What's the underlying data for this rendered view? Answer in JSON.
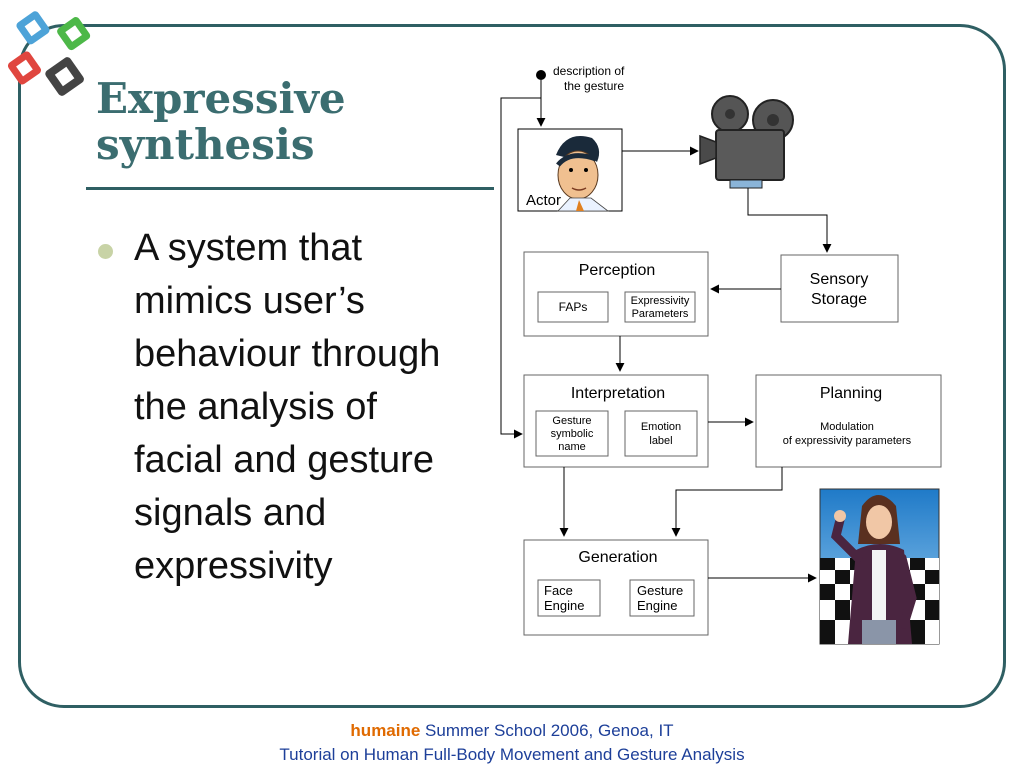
{
  "slide": {
    "title_line1": "Expressive",
    "title_line2": "synthesis",
    "bullet": "A system that mimics user’s behaviour through the analysis of facial and gesture signals and expressivity"
  },
  "diagram": {
    "input_label_line1": "description of",
    "input_label_line2": "the gesture",
    "actor_label": "Actor",
    "perception": {
      "title": "Perception",
      "item1": "FAPs",
      "item2_line1": "Expressivity",
      "item2_line2": "Parameters"
    },
    "sensory": {
      "line1": "Sensory",
      "line2": "Storage"
    },
    "interpretation": {
      "title": "Interpretation",
      "item1_line1": "Gesture",
      "item1_line2": "symbolic",
      "item1_line3": "name",
      "item2_line1": "Emotion",
      "item2_line2": "label"
    },
    "planning": {
      "title": "Planning",
      "line1": "Modulation",
      "line2": "of expressivity parameters"
    },
    "generation": {
      "title": "Generation",
      "item1_line1": "Face",
      "item1_line2": "Engine",
      "item2_line1": "Gesture",
      "item2_line2": "Engine"
    }
  },
  "footer": {
    "brand": "humaine",
    "line1_rest": " Summer School 2006, Genoa, IT",
    "line2": "Tutorial on Human Full-Body Movement and Gesture Analysis"
  },
  "colors": {
    "frame": "#2f5f63",
    "title": "#3b6d70",
    "footer_text": "#1d3f99",
    "footer_brand": "#e06a00",
    "bullet_dot": "#c8d3a6"
  }
}
